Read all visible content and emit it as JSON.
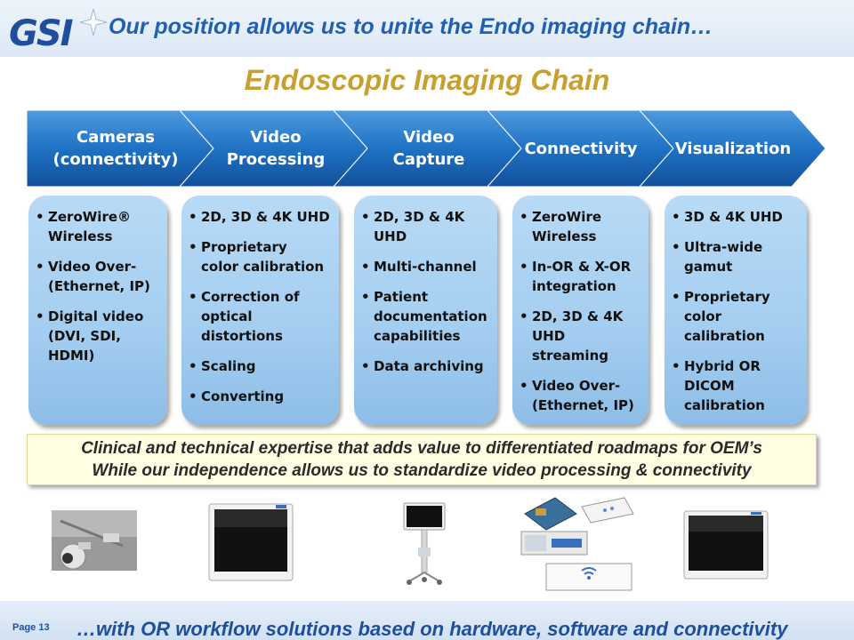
{
  "header": {
    "logo_text": "GSI",
    "title": "Our position allows us to unite the Endo imaging chain…"
  },
  "main_title": "Endoscopic Imaging Chain",
  "chain": [
    {
      "label": "Cameras\n(connectivity)"
    },
    {
      "label": "Video\nProcessing"
    },
    {
      "label": "Video\nCapture"
    },
    {
      "label": "Connectivity"
    },
    {
      "label": "Visualization"
    }
  ],
  "cards": [
    {
      "items": [
        "ZeroWire®\nWireless",
        "Video Over-\n(Ethernet, IP)",
        "Digital video\n(DVI, SDI, HDMI)"
      ]
    },
    {
      "items": [
        "2D, 3D & 4K UHD",
        "Proprietary\ncolor calibration",
        "Correction of\noptical\ndistortions",
        "Scaling",
        "Converting"
      ]
    },
    {
      "items": [
        "2D, 3D & 4K UHD",
        "Multi-channel",
        "Patient\ndocumentation\ncapabilities",
        "Data archiving"
      ]
    },
    {
      "items": [
        "ZeroWire\nWireless",
        "In-OR & X-OR\nintegration",
        "2D, 3D & 4K\nUHD streaming",
        "Video Over-\n(Ethernet, IP)"
      ]
    },
    {
      "items": [
        "3D & 4K UHD",
        "Ultra-wide\ngamut",
        "Proprietary\ncolor calibration",
        "Hybrid OR\nDICOM\ncalibration"
      ]
    }
  ],
  "statement": {
    "line1": "Clinical and technical expertise that adds value to differentiated roadmaps for OEM’s",
    "line2": "While our independence allows us to standardize video processing & connectivity"
  },
  "footer": {
    "page_label": "Page 13",
    "text": "…with OR workflow solutions based on hardware, software and connectivity"
  },
  "colors": {
    "brand_blue": "#1f4e9c",
    "title_gold": "#c8a030",
    "chain_blue": "#1e6fc0",
    "card_blue": "#a3cdf0"
  }
}
